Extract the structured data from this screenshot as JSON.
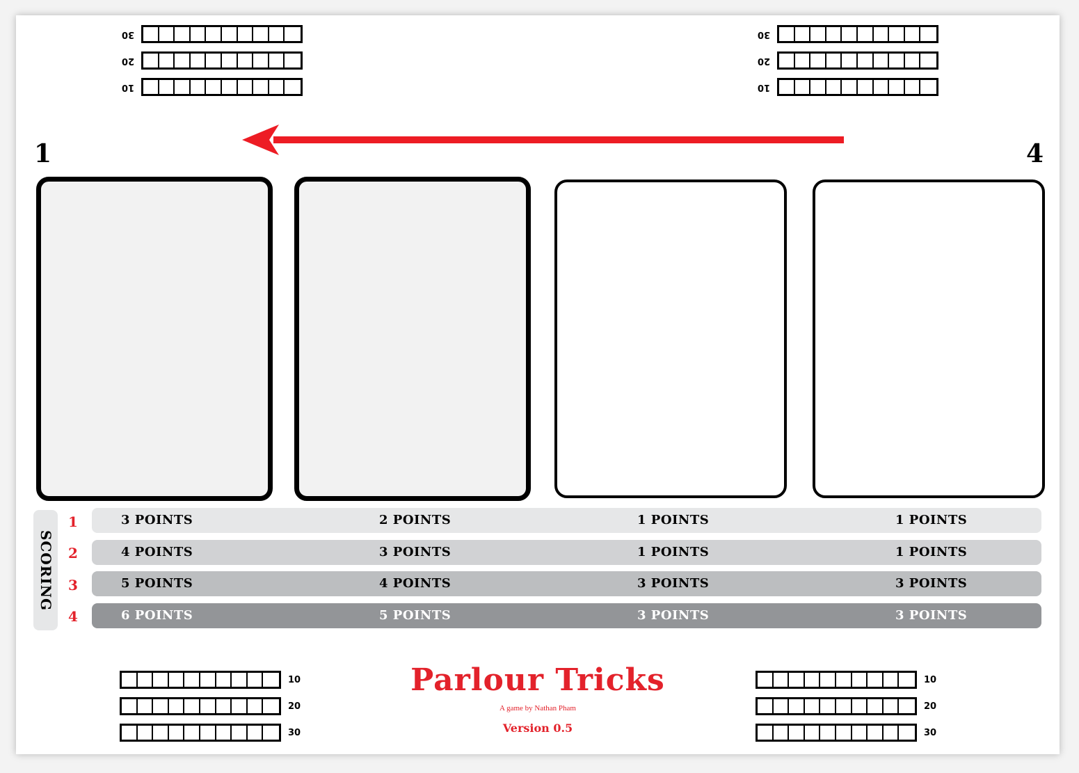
{
  "game": {
    "title": "Parlour Tricks",
    "subtitle": "A game by Nathan Pham",
    "version": "Version 0.5"
  },
  "positions": {
    "first": "1",
    "last": "4"
  },
  "arrow": {
    "color": "#ed1c24",
    "direction": "right-to-left"
  },
  "trackers": {
    "top_labels": [
      "30",
      "20",
      "10"
    ],
    "bottom_labels": [
      "10",
      "20",
      "30"
    ],
    "boxes_per_row": 10
  },
  "slots": [
    {
      "highlighted": true
    },
    {
      "highlighted": true
    },
    {
      "highlighted": false
    },
    {
      "highlighted": false
    }
  ],
  "scoring": {
    "label": "SCORING",
    "rows": [
      {
        "num": "1",
        "cells": [
          "3 POINTS",
          "2 POINTS",
          "1 POINTS",
          "1 POINTS"
        ],
        "bg": "#e6e7e8",
        "text_color": "#000000"
      },
      {
        "num": "2",
        "cells": [
          "4 POINTS",
          "3 POINTS",
          "1 POINTS",
          "1 POINTS"
        ],
        "bg": "#d1d2d4",
        "text_color": "#000000"
      },
      {
        "num": "3",
        "cells": [
          "5 POINTS",
          "4 POINTS",
          "3 POINTS",
          "3 POINTS"
        ],
        "bg": "#bcbec0",
        "text_color": "#000000"
      },
      {
        "num": "4",
        "cells": [
          "6 POINTS",
          "5 POINTS",
          "3 POINTS",
          "3 POINTS"
        ],
        "bg": "#939598",
        "text_color": "#ffffff"
      }
    ]
  },
  "colors": {
    "accent": "#e3222b"
  }
}
